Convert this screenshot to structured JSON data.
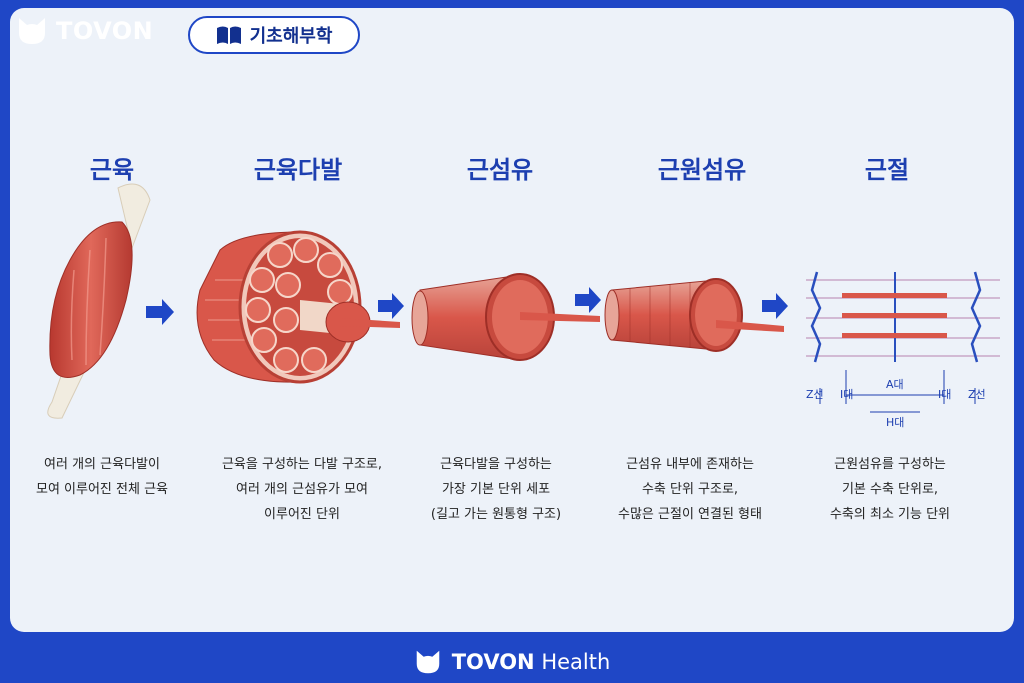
{
  "brand": {
    "name": "TOVON",
    "icon": "cat-head-icon"
  },
  "badge": {
    "label": "기초해부학",
    "icon": "book-icon"
  },
  "stages": [
    {
      "title": "근육",
      "desc": [
        "여러 개의 근육다발이",
        "모여 이루어진 전체 근육"
      ]
    },
    {
      "title": "근육다발",
      "desc": [
        "근육을 구성하는 다발 구조로,",
        "여러 개의 근섬유가 모여",
        "이루어진 단위"
      ]
    },
    {
      "title": "근섬유",
      "desc": [
        "근육다발을 구성하는",
        "가장 기본 단위 세포",
        "(길고 가는 원통형 구조)"
      ]
    },
    {
      "title": "근원섬유",
      "desc": [
        "근섬유 내부에 존재하는",
        "수축 단위 구조로,",
        "수많은 근절이 연결된 형태"
      ]
    },
    {
      "title": "근절",
      "desc": [
        "근원섬유를 구성하는",
        "기본 수축 단위로,",
        "수축의 최소 기능 단위"
      ]
    }
  ],
  "sarcomere_labels": {
    "z_left": "Z선",
    "i_left": "I대",
    "a_band": "A대",
    "i_right": "I대",
    "z_right": "Z선",
    "h_zone": "H대"
  },
  "footer": {
    "brand": "TOVON",
    "suffix": "Health"
  },
  "colors": {
    "primary": "#1f47c6",
    "title": "#1d3fb0",
    "muscle": "#d9574a",
    "tendon": "#f1ece0"
  }
}
